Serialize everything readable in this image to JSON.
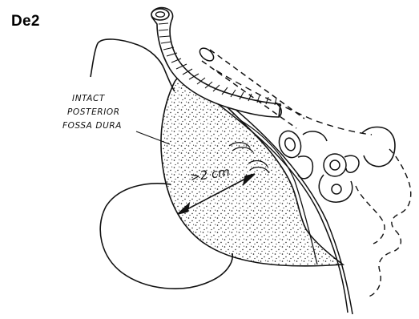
{
  "figure": {
    "label": "De2"
  },
  "annotations": {
    "dura_label_lines": [
      "INTACT",
      "POSTERIOR",
      "FOSSA DURA"
    ],
    "measurement": ">2 cm"
  },
  "colors": {
    "ink": "#111111",
    "background": "#ffffff"
  }
}
